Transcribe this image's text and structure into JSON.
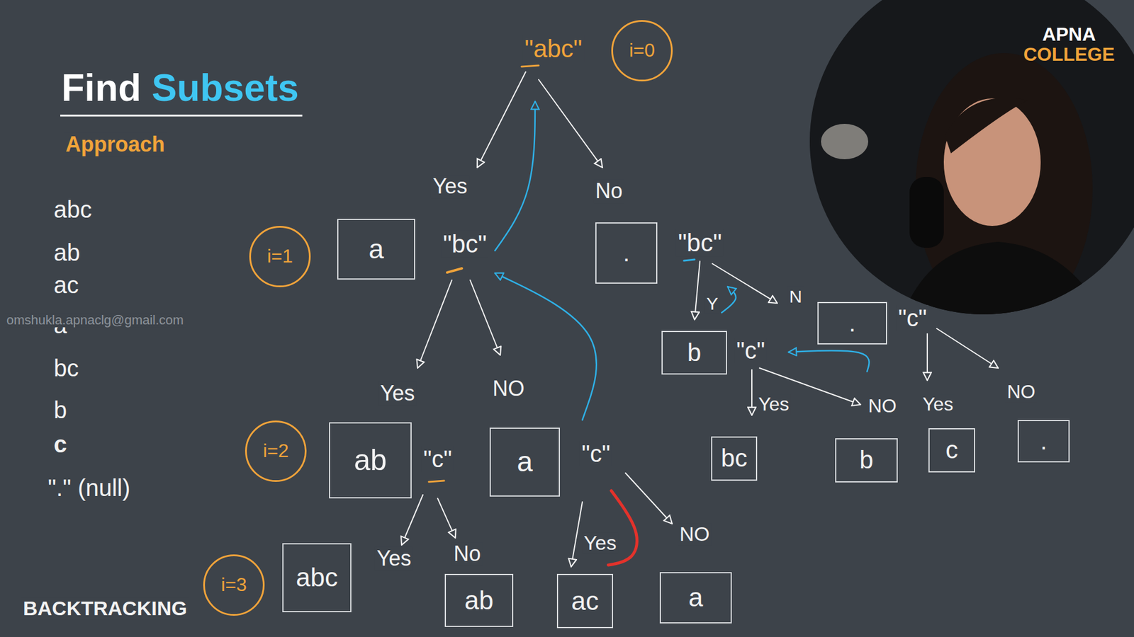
{
  "diagram": {
    "title": "Find Subsets",
    "nodes": [
      {
        "text": [
          "i=0"
        ]
      },
      {
        "text": [
          "i=1"
        ]
      },
      {
        "text": [
          "a"
        ]
      },
      {
        "text": [
          "."
        ]
      },
      {
        "text": [
          "."
        ]
      },
      {
        "text": [
          "b"
        ]
      },
      {
        "text": [
          "i=2"
        ]
      },
      {
        "text": [
          "ab"
        ]
      },
      {
        "text": [
          "a"
        ]
      },
      {
        "text": [
          "bc"
        ]
      },
      {
        "text": [
          "b"
        ]
      },
      {
        "text": [
          "c"
        ]
      },
      {
        "text": [
          "."
        ]
      },
      {
        "text": [
          "i=3"
        ]
      },
      {
        "text": [
          "abc"
        ]
      },
      {
        "text": [
          "ab"
        ]
      },
      {
        "text": [
          "ac"
        ]
      },
      {
        "text": [
          "a"
        ]
      }
    ],
    "labels": [
      "Approach",
      "abc",
      "ab",
      "ac",
      "a",
      "bc",
      "b",
      "c",
      "\".\" (null)",
      "omshukla.apnaclg@gmail.com",
      "BACKTRACKING",
      "\"abc\"",
      "Yes",
      "No",
      "\"bc\"",
      "\"bc\"",
      "Yes",
      "NO",
      "Y",
      "N",
      "\"c\"",
      "\"c\"",
      "Yes",
      "NO",
      "Yes",
      "NO",
      "\"c\"",
      "\"c\"",
      "Yes",
      "No",
      "Yes",
      "NO",
      "APNA",
      "COLLEGE"
    ]
  }
}
